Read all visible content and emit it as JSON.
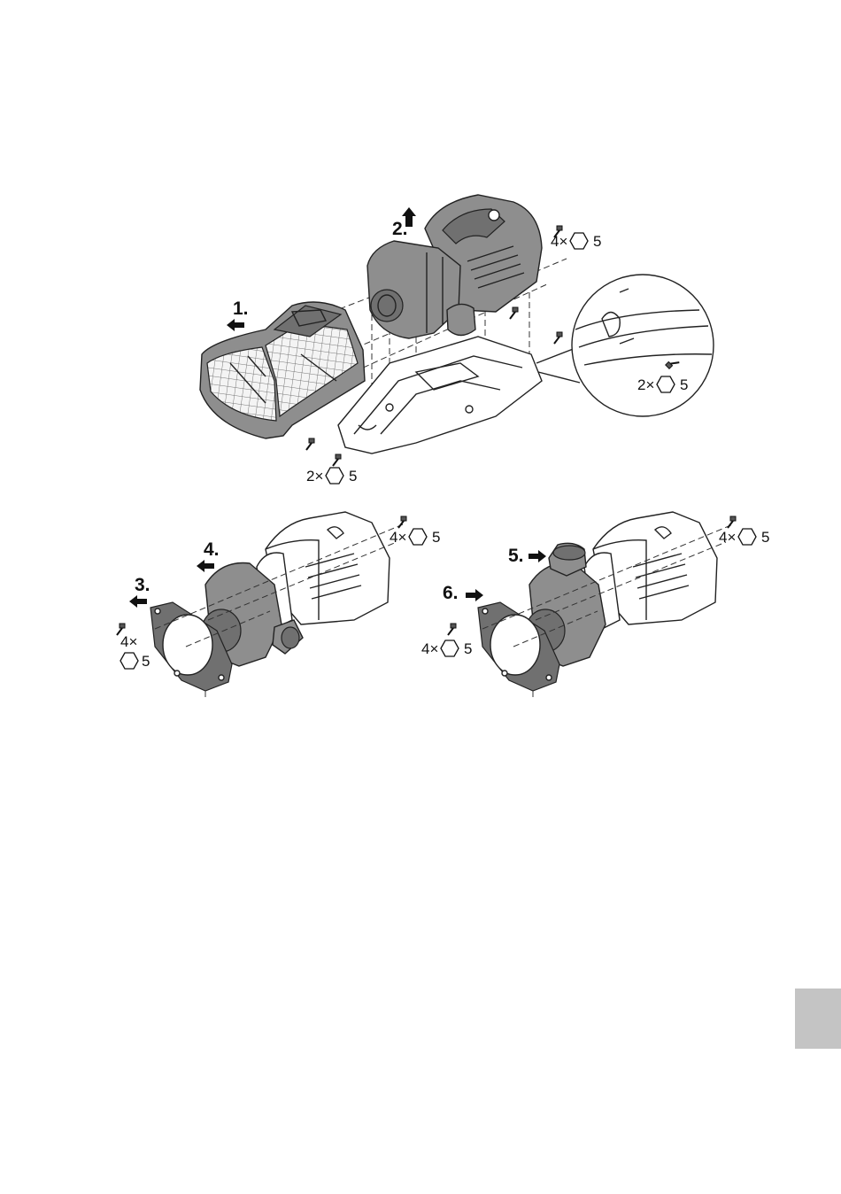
{
  "figure": {
    "main_assembly": {
      "steps": [
        "1.",
        "2."
      ],
      "screw_callouts": [
        {
          "qty": "4×",
          "size": "5"
        },
        {
          "qty": "2×",
          "size": "5"
        },
        {
          "qty": "2×",
          "size": "5"
        }
      ]
    },
    "left_assembly": {
      "steps": [
        "3.",
        "4."
      ],
      "screw_callouts": [
        {
          "qty": "4×",
          "size": "5"
        },
        {
          "qty": "4×",
          "size": "5"
        }
      ]
    },
    "right_assembly": {
      "steps": [
        "5.",
        "6."
      ],
      "screw_callouts": [
        {
          "qty": "4×",
          "size": "5"
        },
        {
          "qty": "4×",
          "size": "5"
        }
      ]
    }
  },
  "colors": {
    "housing_dark": "#8e8e8e",
    "housing_darker": "#707070",
    "page_tab": "#c4c4c4",
    "line": "#222222"
  }
}
